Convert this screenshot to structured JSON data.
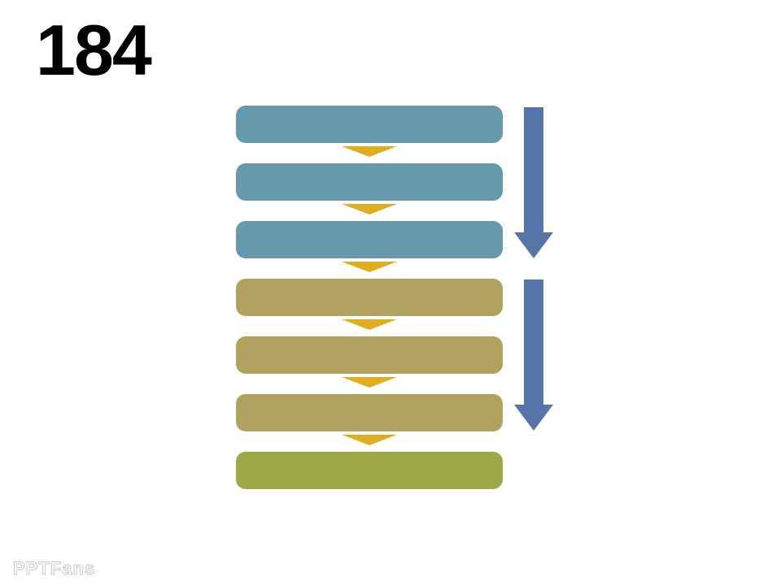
{
  "slide": {
    "number": "184"
  },
  "flow": {
    "colors": {
      "teal": "#6599ab",
      "khaki": "#b2a25f",
      "olive": "#9fa847",
      "connector": "#e0ad1f",
      "arrow": "#5674a8"
    },
    "steps": [
      {
        "group": "first",
        "color": "#6599ab"
      },
      {
        "group": "first",
        "color": "#6599ab"
      },
      {
        "group": "first",
        "color": "#6599ab"
      },
      {
        "group": "second",
        "color": "#b2a25f"
      },
      {
        "group": "second",
        "color": "#b2a25f"
      },
      {
        "group": "second",
        "color": "#b2a25f"
      },
      {
        "group": "result",
        "color": "#9fa847"
      }
    ],
    "connector_count": 6,
    "side_arrows": [
      {
        "direction": "down",
        "spans_group": "first"
      },
      {
        "direction": "down",
        "spans_group": "second"
      }
    ]
  },
  "watermark": {
    "text": "PPTFans"
  }
}
